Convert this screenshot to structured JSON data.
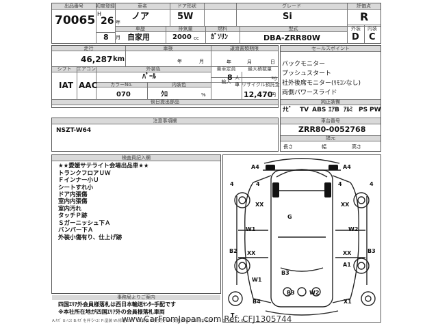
{
  "header": {
    "lot_label": "出品番号",
    "lot": "70065",
    "year_label": "初度登録",
    "era": "H",
    "year": "26",
    "year_unit": "年",
    "month": "8",
    "month_unit": "月",
    "name_label": "車名",
    "name": "ノア",
    "door_label": "ドア形状",
    "door": "5W",
    "grade_label": "グレード",
    "grade": "Si",
    "score_label": "評価点",
    "score": "R",
    "ext_label": "外装",
    "ext": "D",
    "int_label": "内装",
    "int": "C",
    "use_label": "車歴",
    "use": "自家用",
    "disp_label": "排気量",
    "disp": "2000",
    "disp_unit": "cc",
    "fuel_label": "燃料",
    "fuel": "ｶﾞｿﾘﾝ",
    "model_label": "型式",
    "model": "DBA-ZRR80W"
  },
  "middle": {
    "mileage_label": "走行",
    "mileage": "46,287",
    "mileage_unit": "km",
    "inspection_label": "車検",
    "insp_year": "年",
    "insp_month": "月",
    "transfer_label": "譲渡書類期限",
    "transfer_year": "年",
    "transfer_month": "月",
    "transfer_day": "日",
    "shift_label": "シフト",
    "shift": "IAT",
    "ac_label": "エアコン",
    "ac": "AAC",
    "color_label": "外装色",
    "color": "ﾊﾟｰﾙ",
    "capacity_label": "乗車定員",
    "capacity": "8",
    "capacity_unit": "人",
    "load_label": "最大積載量",
    "load_unit": "kg",
    "color_no_label": "カラーNo.",
    "color_no": "070",
    "int_color_label": "内装色",
    "int_color": "ｸﾛ",
    "pct": "%",
    "import_label": "輸入",
    "import_mark": "車",
    "recycle_label": "リサイクル預託金",
    "recycle": "12,470",
    "recycle_unit": "円",
    "aftermarket_label": "後日提出部品",
    "notes_label": "注意事項欄",
    "notes": "NSZT-W64",
    "sales_label": "セールスポイント",
    "sales_points": [
      "バックモニター",
      "プッシュスタート",
      "社外後席モニター(ﾘﾓｺﾝなし)",
      "両側パワースライド"
    ],
    "equip_label": "純正装備",
    "equipment": [
      "ﾅﾋﾞ",
      "TV",
      "ABS",
      "ｴｱB",
      "ｱﾙﾐ",
      "PS",
      "PW"
    ],
    "vin_label": "車台番号",
    "vin": "ZRR80-0052768",
    "dims_label": "諸元",
    "len": "長さ",
    "width": "幅",
    "height": "高さ"
  },
  "inspector": {
    "label": "検査員記入欄",
    "lines": [
      "★★愛媛サテライト会場出品車★★",
      "トランクフロアＵＷ",
      "Ｆインナー小Ｕ",
      "シートすれ小",
      "ドア内張傷",
      "室内内張傷",
      "室内汚れ",
      "タッチＰ跡",
      "Ｓガーニッシュ下Ａ",
      "バンパー下Ａ",
      "外装小傷有り、仕上げ跡"
    ]
  },
  "officer": {
    "label": "事務局よりご案内",
    "lines": [
      "四国ｴﾘｱ外会員様落札は西日本輸送ｾﾝﾀｰ手配です",
      "※本社所在地が四国ｴﾘｱ外の会員様落札車両"
    ]
  },
  "diagram": {
    "marks": [
      "A4",
      "A4",
      "4",
      "4",
      "4",
      "4",
      "XX",
      "XX",
      "G",
      "W1",
      "W2",
      "B2",
      "B3",
      "XX",
      "XX",
      "A1",
      "W1",
      "B3",
      "B3",
      "W2",
      "B4",
      "X1",
      "T"
    ]
  },
  "footer": {
    "legend": "A:ｷｽﾞ U:ﾍｺﾐ B:ｷｽﾞを伴うﾍｺﾐ P:塗装 W:修理 S:ｻﾋﾞ C:腐食 X:要交換 XX:交換済 Y:穴 G:飛び石(1・2・3・4・5・6)",
    "watermark": "www.CarFromJapan.com Ref: CFJ1305744"
  }
}
